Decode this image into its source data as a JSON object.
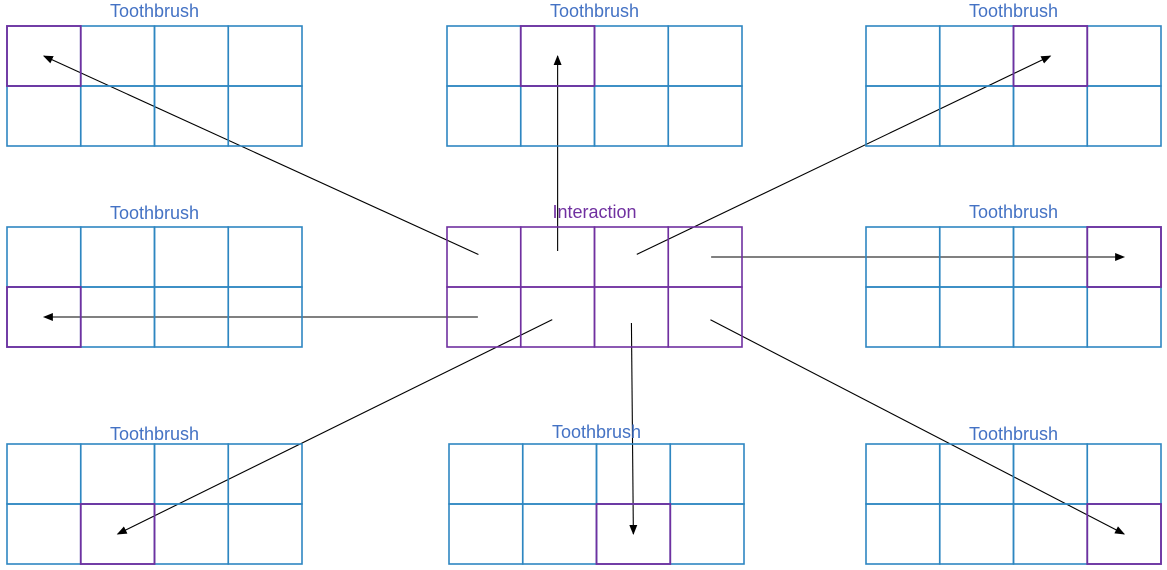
{
  "colors": {
    "grid_blue": "#2E86C1",
    "highlight_purple": "#7030A0",
    "label_blue": "#4472C4",
    "label_purple": "#7030A0",
    "arrow": "#000000"
  },
  "center": {
    "label": "Interaction",
    "rows": 2,
    "cols": 4
  },
  "panels": [
    {
      "id": "top-left",
      "label": "Toothbrush",
      "highlight": {
        "row": 0,
        "col": 0
      }
    },
    {
      "id": "top-center",
      "label": "Toothbrush",
      "highlight": {
        "row": 0,
        "col": 1
      }
    },
    {
      "id": "top-right",
      "label": "Toothbrush",
      "highlight": {
        "row": 0,
        "col": 2
      }
    },
    {
      "id": "middle-left",
      "label": "Toothbrush",
      "highlight": {
        "row": 1,
        "col": 0
      }
    },
    {
      "id": "middle-right",
      "label": "Toothbrush",
      "highlight": {
        "row": 0,
        "col": 3
      }
    },
    {
      "id": "bottom-left",
      "label": "Toothbrush",
      "highlight": {
        "row": 1,
        "col": 1
      }
    },
    {
      "id": "bottom-center",
      "label": "Toothbrush",
      "highlight": {
        "row": 1,
        "col": 2
      }
    },
    {
      "id": "bottom-right",
      "label": "Toothbrush",
      "highlight": {
        "row": 1,
        "col": 3
      }
    }
  ],
  "arrows": [
    {
      "from": {
        "row": 0,
        "col": 0
      },
      "to": "top-left"
    },
    {
      "from": {
        "row": 0,
        "col": 1
      },
      "to": "top-center"
    },
    {
      "from": {
        "row": 0,
        "col": 2
      },
      "to": "top-right"
    },
    {
      "from": {
        "row": 0,
        "col": 3
      },
      "to": "middle-right"
    },
    {
      "from": {
        "row": 1,
        "col": 0
      },
      "to": "middle-left"
    },
    {
      "from": {
        "row": 1,
        "col": 1
      },
      "to": "bottom-left"
    },
    {
      "from": {
        "row": 1,
        "col": 2
      },
      "to": "bottom-center"
    },
    {
      "from": {
        "row": 1,
        "col": 3
      },
      "to": "bottom-right"
    }
  ]
}
